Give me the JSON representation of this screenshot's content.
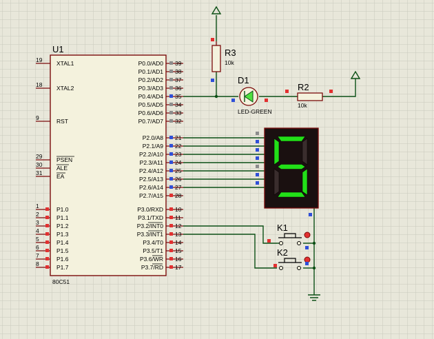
{
  "colors": {
    "background": "#e8e7da",
    "grid": "#c9c9bc",
    "wire": "#0b4f14",
    "component_outline": "#7a0a0a",
    "component_fill": "#f4f2dd",
    "pin_red": "#e23030",
    "pin_blue": "#2f4fd8",
    "pin_gray": "#8c8c8c",
    "segment_on": "#22e018",
    "segment_off": "#3a2d2d",
    "display_body": "#1a1010",
    "led_green": "#4fe040"
  },
  "mcu": {
    "ref": "U1",
    "part": "80C51",
    "left_pins": [
      {
        "num": "19",
        "label": "XTAL1"
      },
      {
        "num": "18",
        "label": "XTAL2"
      },
      {
        "num": "9",
        "label": "RST"
      },
      {
        "num": "29",
        "label": "PSEN"
      },
      {
        "num": "30",
        "label": "ALE"
      },
      {
        "num": "31",
        "label": "EA"
      },
      {
        "num": "1",
        "label": "P1.0"
      },
      {
        "num": "2",
        "label": "P1.1"
      },
      {
        "num": "3",
        "label": "P1.2"
      },
      {
        "num": "4",
        "label": "P1.3"
      },
      {
        "num": "5",
        "label": "P1.4"
      },
      {
        "num": "6",
        "label": "P1.5"
      },
      {
        "num": "7",
        "label": "P1.6"
      },
      {
        "num": "8",
        "label": "P1.7"
      }
    ],
    "right_pins": [
      {
        "num": "39",
        "label": "P0.0/AD0"
      },
      {
        "num": "38",
        "label": "P0.1/AD1"
      },
      {
        "num": "37",
        "label": "P0.2/AD2"
      },
      {
        "num": "36",
        "label": "P0.3/AD3"
      },
      {
        "num": "35",
        "label": "P0.4/AD4"
      },
      {
        "num": "34",
        "label": "P0.5/AD5"
      },
      {
        "num": "33",
        "label": "P0.6/AD6"
      },
      {
        "num": "32",
        "label": "P0.7/AD7"
      },
      {
        "num": "21",
        "label": "P2.0/A8"
      },
      {
        "num": "22",
        "label": "P2.1/A9"
      },
      {
        "num": "23",
        "label": "P2.2/A10"
      },
      {
        "num": "24",
        "label": "P2.3/A11"
      },
      {
        "num": "25",
        "label": "P2.4/A12"
      },
      {
        "num": "26",
        "label": "P2.5/A13"
      },
      {
        "num": "27",
        "label": "P2.6/A14"
      },
      {
        "num": "28",
        "label": "P2.7/A15"
      },
      {
        "num": "10",
        "label": "P3.0/RXD"
      },
      {
        "num": "11",
        "label": "P3.1/TXD"
      },
      {
        "num": "12",
        "label": "P3.2/INT0"
      },
      {
        "num": "13",
        "label": "P3.3/INT1"
      },
      {
        "num": "14",
        "label": "P3.4/T0"
      },
      {
        "num": "15",
        "label": "P3.5/T1"
      },
      {
        "num": "16",
        "label": "P3.6/WR"
      },
      {
        "num": "17",
        "label": "P3.7/RD"
      }
    ]
  },
  "r3": {
    "ref": "R3",
    "value": "10k"
  },
  "r2": {
    "ref": "R2",
    "value": "10k"
  },
  "d1": {
    "ref": "D1",
    "value": "LED-GREEN"
  },
  "k1": {
    "ref": "K1"
  },
  "k2": {
    "ref": "K2"
  },
  "display": {
    "digit": "5"
  }
}
